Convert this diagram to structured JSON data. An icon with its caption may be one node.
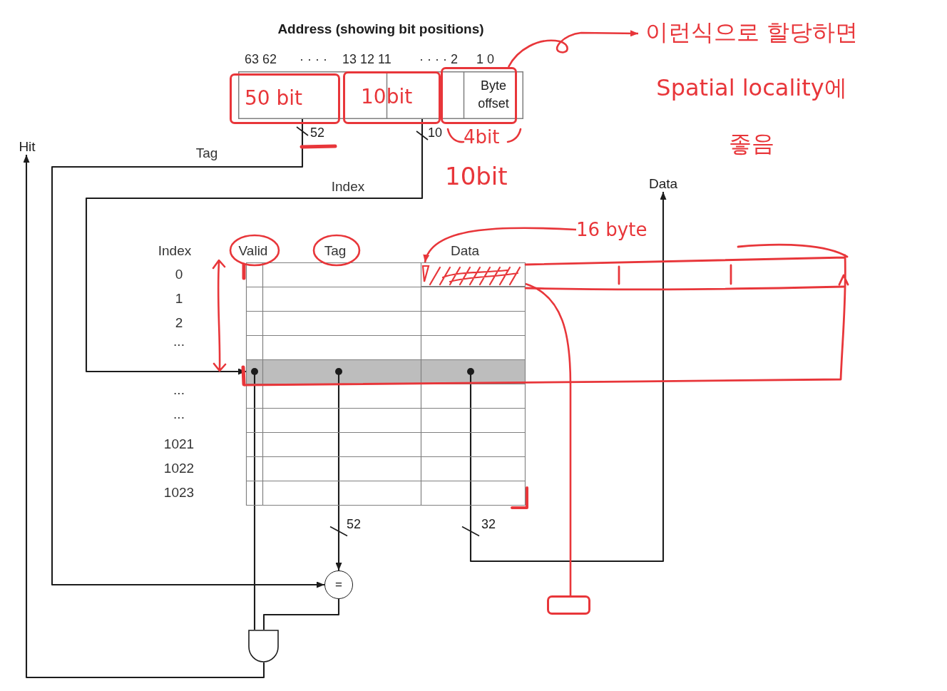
{
  "diagram": {
    "nodes": [
      {
        "text": [
          "Address (showing bit positions)"
        ]
      },
      {
        "text": [
          "Byte offset"
        ],
        "in": 0
      },
      {
        "text": [
          "50 bit"
        ]
      },
      {
        "text": [
          "10bit"
        ]
      },
      {
        "text": [],
        "shape": "box",
        "beside": [
          "4bit"
        ]
      },
      {
        "text": [
          "이런식으로 할당하면 Spatial locality에 좋음"
        ]
      },
      {
        "text": [
          "Hit"
        ]
      },
      {
        "text": [
          "Data"
        ]
      },
      {
        "text": [
          "16 byte"
        ]
      },
      {
        "text": [
          "Valid",
          "Tag",
          "Data"
        ]
      },
      {
        "text": [],
        "shape": "box",
        "in": 9
      },
      {
        "text": [],
        "shape": "bar",
        "in": 9
      },
      {
        "text": [
          "="
        ]
      },
      {
        "text": [],
        "shape": "gate"
      },
      {
        "text": [],
        "shape": "box"
      }
    ],
    "edges": [
      {
        "from": 0,
        "to": 12,
        "arrow": "to",
        "label": "Tag"
      },
      {
        "from": 0,
        "to": 11,
        "arrow": "to",
        "label": "Index"
      },
      {
        "from": 11,
        "to": 13,
        "arrow": "none"
      },
      {
        "from": 11,
        "to": 12,
        "arrow": "to"
      },
      {
        "from": 11,
        "to": 7,
        "arrow": "to"
      },
      {
        "from": 12,
        "to": 13,
        "arrow": "none"
      },
      {
        "from": 13,
        "to": 6,
        "arrow": "to"
      },
      {
        "from": 4,
        "to": 5,
        "arrow": "to",
        "color": "#e8363a"
      },
      {
        "from": 8,
        "to": 10,
        "arrow": "to",
        "color": "#e8363a"
      },
      {
        "from": 10,
        "to": 14,
        "arrow": "none",
        "color": "#e8363a"
      }
    ],
    "labels": [
      "63 62",
      "· · · ·",
      "13 12 11",
      "· · · · 2",
      "1 0",
      "52",
      "10",
      "10bit",
      "Index",
      "0",
      "1",
      "2",
      "...",
      "...",
      "...",
      "1021",
      "1022",
      "1023",
      "52",
      "32"
    ]
  }
}
